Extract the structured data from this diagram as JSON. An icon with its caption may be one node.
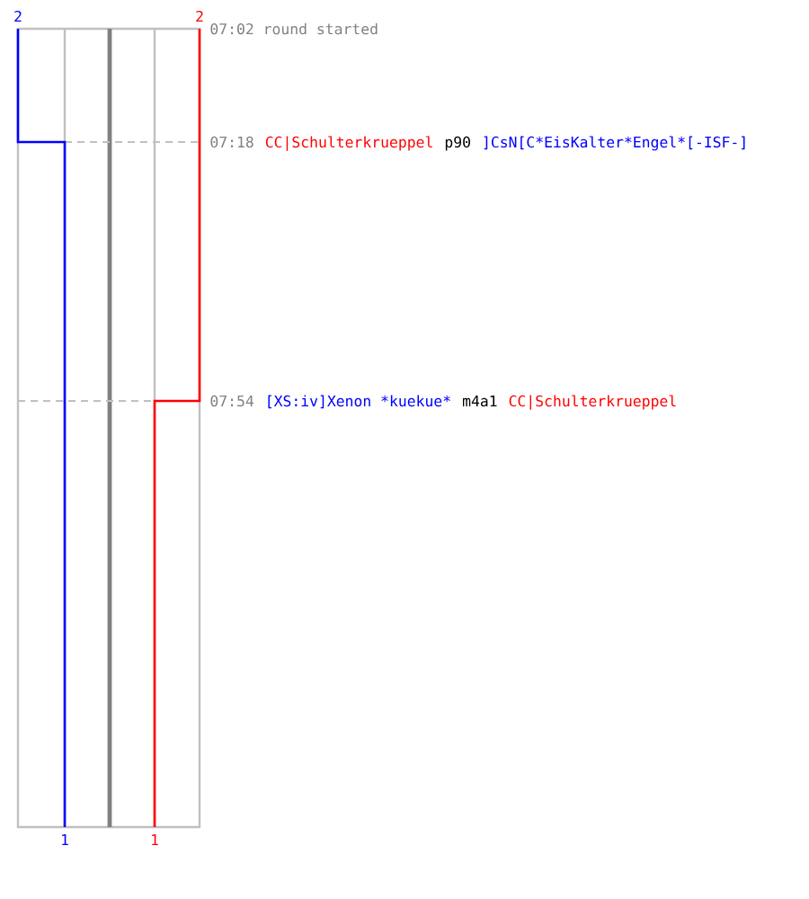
{
  "diagram": {
    "labels": [
      "2",
      "2",
      "07:02 round started",
      "07:18",
      "CC|Schulterkrueppel",
      "p90",
      "]CsN[C*EisKalter*Engel*[-ISF-]",
      "07:54",
      "[XS:iv]Xenon *kuekue*",
      "m4a1",
      "CC|Schulterkrueppel",
      "1",
      "1"
    ]
  }
}
